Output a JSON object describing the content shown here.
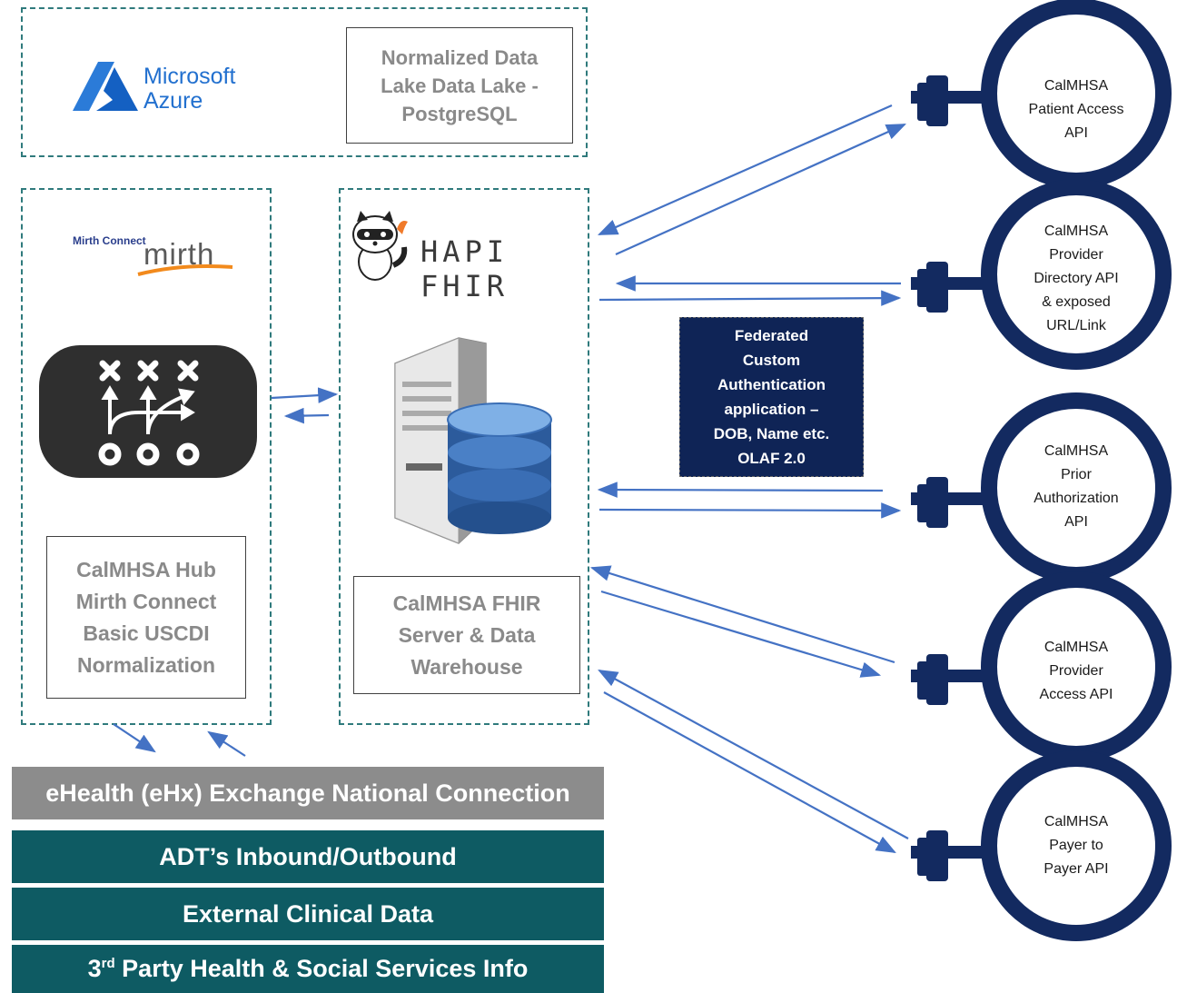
{
  "azure": {
    "line1": "Microsoft",
    "line2": "Azure"
  },
  "datalake": {
    "lines": [
      "Normalized Data",
      "Lake Data Lake -",
      "PostgreSQL"
    ]
  },
  "mirth_logo": {
    "small": "Mirth Connect",
    "large": "mirth"
  },
  "hapi_logo": {
    "text": "HAPI FHIR"
  },
  "mirth_box": {
    "lines": [
      "CalMHSA Hub",
      "Mirth Connect",
      "Basic USCDI",
      "Normalization"
    ]
  },
  "fhir_box": {
    "lines": [
      "CalMHSA FHIR",
      "Server & Data",
      "Warehouse"
    ]
  },
  "federated": {
    "lines": [
      "Federated",
      "Custom",
      "Authentication",
      "application –",
      "DOB, Name etc.",
      "OLAF 2.0"
    ]
  },
  "apis": [
    {
      "lines": [
        "CalMHSA",
        "Patient Access",
        "API"
      ]
    },
    {
      "lines": [
        "CalMHSA",
        "Provider",
        "Directory API",
        "& exposed",
        "URL/Link"
      ]
    },
    {
      "lines": [
        "CalMHSA",
        "Prior",
        "Authorization",
        "API"
      ]
    },
    {
      "lines": [
        "CalMHSA",
        "Provider",
        "Access API"
      ]
    },
    {
      "lines": [
        "CalMHSA",
        "Payer to",
        "Payer API"
      ]
    }
  ],
  "bars": {
    "ehealth": "eHealth (eHx) Exchange National Connection",
    "adt": "ADT’s Inbound/Outbound",
    "external": "External Clinical Data",
    "third_prefix": "3",
    "third_sup": "rd",
    "third_rest": " Party Health & Social Services Info"
  },
  "colors": {
    "teal": "#0e5b63",
    "gray": "#8c8c8c",
    "navy": "#0f2456",
    "arrow": "#4472c4",
    "dash": "#2f7a7c"
  }
}
